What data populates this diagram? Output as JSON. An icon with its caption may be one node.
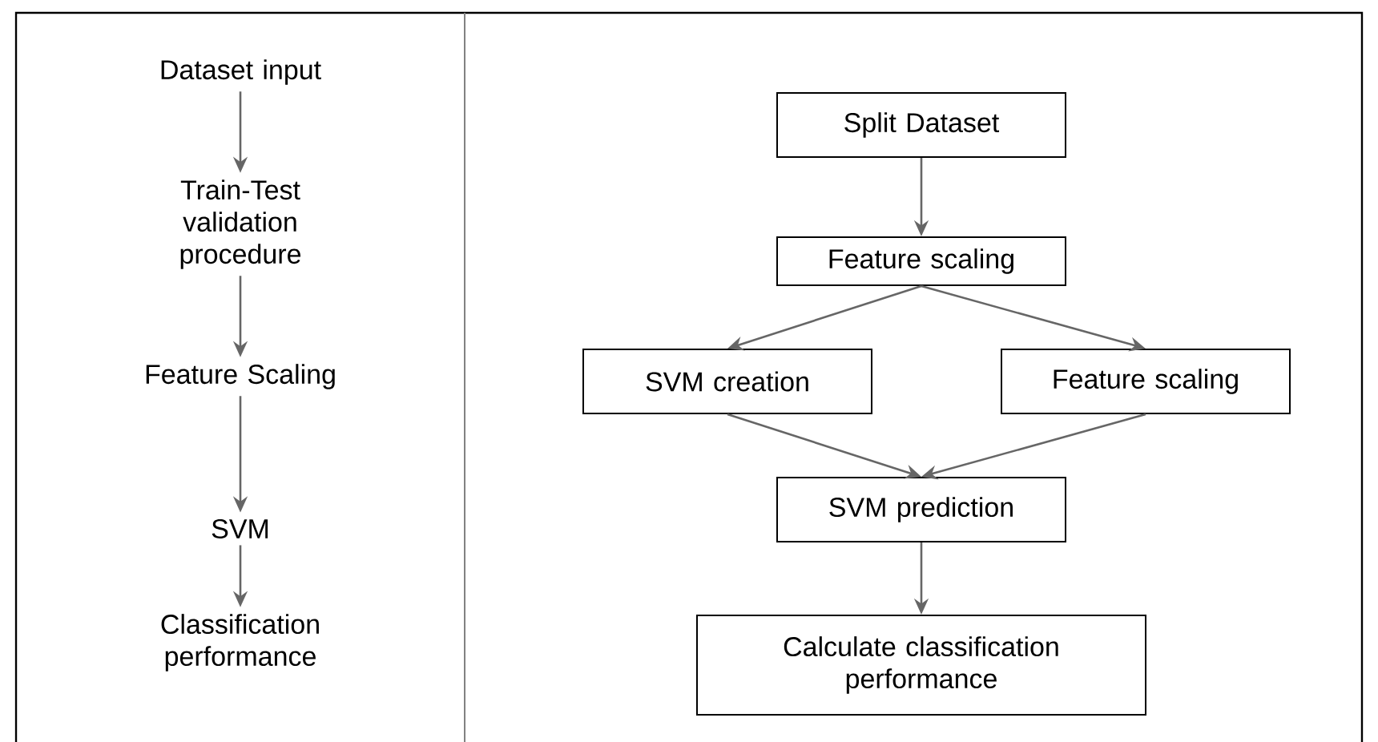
{
  "diagram": {
    "nodes": [
      {
        "text": [
          "Dataset input"
        ]
      },
      {
        "text": [
          "Train-Test validation procedure"
        ]
      },
      {
        "text": [
          "Feature Scaling"
        ]
      },
      {
        "text": [
          "SVM"
        ]
      },
      {
        "text": [
          "Classification performance"
        ]
      },
      {
        "text": [
          "Split Dataset"
        ]
      },
      {
        "text": [
          "Feature scaling"
        ]
      },
      {
        "text": [
          "SVM creation"
        ]
      },
      {
        "text": [
          "Feature scaling"
        ]
      },
      {
        "text": [
          "SVM prediction"
        ]
      },
      {
        "text": [
          "Calculate classification performance"
        ]
      }
    ],
    "edges": [
      {
        "from": 0,
        "to": 1,
        "arrow": "to"
      },
      {
        "from": 1,
        "to": 2,
        "arrow": "to"
      },
      {
        "from": 2,
        "to": 3,
        "arrow": "to"
      },
      {
        "from": 3,
        "to": 4,
        "arrow": "to"
      },
      {
        "from": 5,
        "to": 6,
        "arrow": "to"
      },
      {
        "from": 6,
        "to": 7,
        "arrow": "to"
      },
      {
        "from": 6,
        "to": 8,
        "arrow": "to"
      },
      {
        "from": 7,
        "to": 9,
        "arrow": "to"
      },
      {
        "from": 8,
        "to": 9,
        "arrow": "to"
      },
      {
        "from": 9,
        "to": 10,
        "arrow": "to"
      }
    ]
  }
}
